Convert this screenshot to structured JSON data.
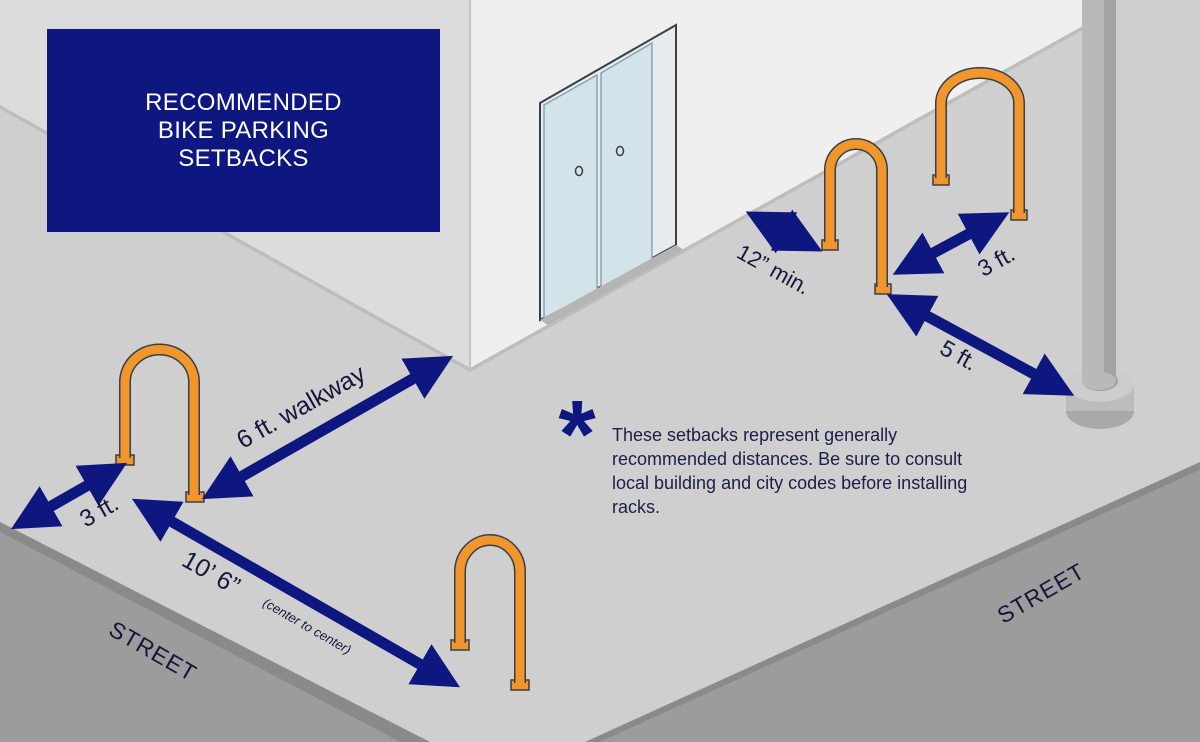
{
  "title": "RECOMMENDED\nBIKE PARKING\nSETBACKS",
  "note": {
    "asterisk": "*",
    "text": "These setbacks represent generally recommended distances. Be sure to consult local building and city codes before installing racks."
  },
  "dimensions": {
    "walkway": "6 ft. walkway",
    "side_left": "3 ft.",
    "spacing": "10’ 6”",
    "spacing_note": "(center to center)",
    "wall_min": "12” min.",
    "side_right": "3 ft.",
    "pole": "5 ft."
  },
  "streets": {
    "left": "STREET",
    "right": "STREET"
  },
  "colors": {
    "navy": "#0e1680",
    "rack": "#f0962c",
    "sidewalk": "#cfcfcf",
    "road": "#9a9a9a",
    "building": "#efefef"
  }
}
